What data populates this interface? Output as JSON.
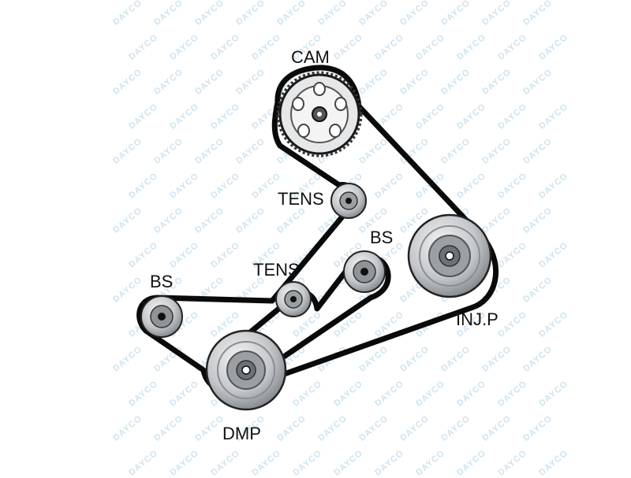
{
  "diagram": {
    "labels": {
      "cam": "CAM",
      "tens_upper": "TENS",
      "tens_lower": "TENS",
      "bs_left": "BS",
      "bs_right": "BS",
      "injp": "INJ.P",
      "dmp": "DMP"
    },
    "watermark": "DAYCO",
    "colors": {
      "belt": "#0a0a0a",
      "pulley_fill": "#c9cccf",
      "pulley_dark": "#3a3a3a",
      "watermark": "#cfe3ef"
    }
  }
}
